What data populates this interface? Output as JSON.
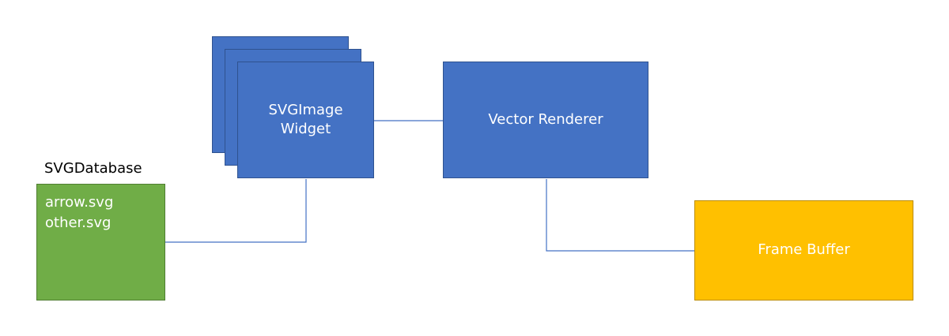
{
  "diagram": {
    "nodes": {
      "svgimage_widget": {
        "label": "SVGImage\nWidget",
        "fill": "#4472c4",
        "stack_count": 3
      },
      "vector_renderer": {
        "label": "Vector Renderer",
        "fill": "#4472c4"
      },
      "svg_database": {
        "title": "SVGDatabase",
        "fill": "#70ad47",
        "files": [
          "arrow.svg",
          "other.svg"
        ]
      },
      "frame_buffer": {
        "label": "Frame Buffer",
        "fill": "#ffc000"
      }
    },
    "connector_color": "#4472c4"
  }
}
